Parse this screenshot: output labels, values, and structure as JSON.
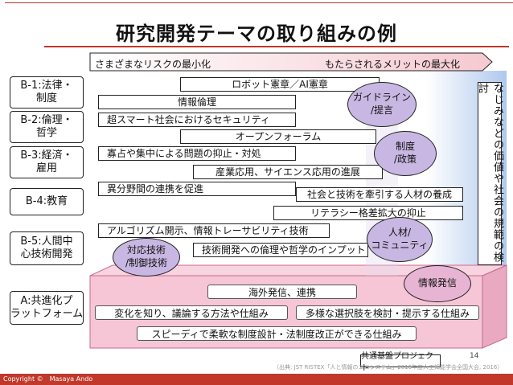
{
  "title": "研究開発テーマの取り組みの例",
  "arrow_left": "さまざまなリスクの最小化",
  "arrow_right": "もたらされるメリットの最大化",
  "categories": [
    "B-1:法律・\n制度",
    "B-2:倫理・\n哲学",
    "B-3:経済・\n雇用",
    "B-4:教育",
    "B-5:人間中\n心技術開発",
    "A:共進化プ\nラットフォーム"
  ],
  "items": [
    "ロボット憲章／AI憲章",
    "情報倫理",
    "超スマート社会におけるセキュリティ",
    "オープンフォーラム",
    "寡占や集中による問題の抑止・対処",
    "産業応用、サイエンス応用の進展",
    "異分野間の連携を促進",
    "社会と技術を牽引する人材の養成",
    "リテラシー格差拡大の抑止",
    "アルゴリズム開示、情報トレーサビリティ技術",
    "技術開発への倫理や哲学のインプット"
  ],
  "ellipses": [
    "ガイドライン\n/提言",
    "制度\n/政策",
    "人材/\nコミュニティ",
    "対応技術\n/制御技術",
    "情報発信"
  ],
  "platform_items": [
    "海外発信、連携",
    "変化を知り、議論する方法や仕組み",
    "多様な選択肢を検討・提示する仕組み",
    "スピーディで柔軟な制度設計・法制度改正ができる仕組み"
  ],
  "platform_label": "共通基盤プロジェクト",
  "side_label": "なじみなどの価値や社会の規範の検討",
  "page_number": "14",
  "citation": "（出典: JST RISTEX「人と情報のエコシステム」2016年度人工知能学会全国大会, 2016）",
  "copyright": "Copyright ©　Masaya Ando",
  "colors": {
    "accent": "#c0392b",
    "pink": "#f6c6d6",
    "blue": "#b9cff0",
    "purple_ellipse": "#c9b7e3",
    "pink_ellipse": "#e8b4d4"
  }
}
